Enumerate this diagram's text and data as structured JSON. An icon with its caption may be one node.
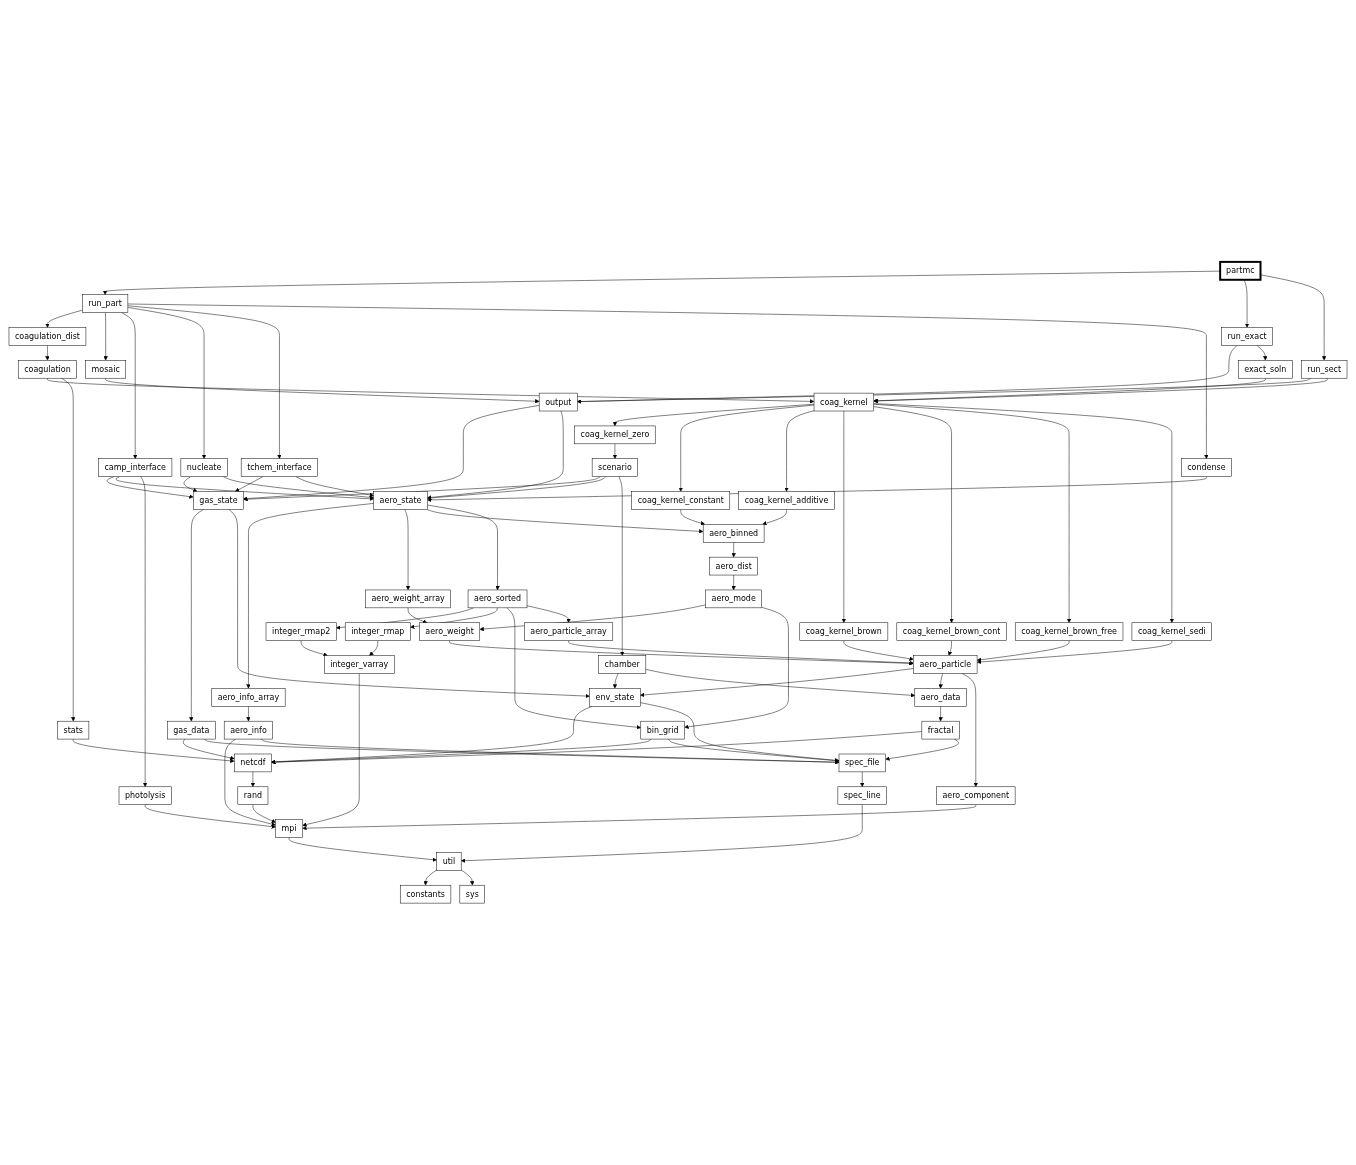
{
  "diagram": {
    "nodes": [
      {
        "text": [
          "partmc"
        ]
      },
      {
        "text": [
          "run_part"
        ]
      },
      {
        "text": [
          "coagulation_dist"
        ]
      },
      {
        "text": [
          "mosaic"
        ]
      },
      {
        "text": [
          "run_exact"
        ]
      },
      {
        "text": [
          "run_sect"
        ]
      },
      {
        "text": [
          "coagulation"
        ]
      },
      {
        "text": [
          "output"
        ]
      },
      {
        "text": [
          "exact_soln"
        ]
      },
      {
        "text": [
          "condense"
        ]
      },
      {
        "text": [
          "coag_kernel"
        ]
      },
      {
        "text": [
          "coag_kernel_zero"
        ]
      },
      {
        "text": [
          "coag_kernel_constant"
        ]
      },
      {
        "text": [
          "coag_kernel_sedi"
        ]
      },
      {
        "text": [
          "camp_interface"
        ]
      },
      {
        "text": [
          "nucleate"
        ]
      },
      {
        "text": [
          "tchem_interface"
        ]
      },
      {
        "text": [
          "scenario"
        ]
      },
      {
        "text": [
          "gas_state"
        ]
      },
      {
        "text": [
          "aero_state"
        ]
      },
      {
        "text": [
          "coag_kernel_additive"
        ]
      },
      {
        "text": [
          "aero_info_array"
        ]
      },
      {
        "text": [
          "aero_weight_array"
        ]
      },
      {
        "text": [
          "aero_binned"
        ]
      },
      {
        "text": [
          "coag_kernel_brown"
        ]
      },
      {
        "text": [
          "stats"
        ]
      },
      {
        "text": [
          "aero_dist"
        ]
      },
      {
        "text": [
          "coag_kernel_brown_cont"
        ]
      },
      {
        "text": [
          "aero_sorted"
        ]
      },
      {
        "text": [
          "aero_mode"
        ]
      },
      {
        "text": [
          "coag_kernel_brown_free"
        ]
      },
      {
        "text": [
          "integer_rmap2"
        ]
      },
      {
        "text": [
          "integer_rmap"
        ]
      },
      {
        "text": [
          "aero_particle_array"
        ]
      },
      {
        "text": [
          "aero_weight"
        ]
      },
      {
        "text": [
          "integer_varray"
        ]
      },
      {
        "text": [
          "bin_grid"
        ]
      },
      {
        "text": [
          "chamber"
        ]
      },
      {
        "text": [
          "aero_particle"
        ]
      },
      {
        "text": [
          "env_state"
        ]
      },
      {
        "text": [
          "aero_data"
        ]
      },
      {
        "text": [
          "aero_info"
        ]
      },
      {
        "text": [
          "gas_data"
        ]
      },
      {
        "text": [
          "fractal"
        ]
      },
      {
        "text": [
          "photolysis"
        ]
      },
      {
        "text": [
          "netcdf"
        ]
      },
      {
        "text": [
          "spec_file"
        ]
      },
      {
        "text": [
          "rand"
        ]
      },
      {
        "text": [
          "aero_component"
        ]
      },
      {
        "text": [
          "mpi"
        ]
      },
      {
        "text": [
          "spec_line"
        ]
      },
      {
        "text": [
          "util"
        ]
      },
      {
        "text": [
          "constants"
        ]
      },
      {
        "text": [
          "sys"
        ]
      }
    ],
    "edges": [
      {
        "from": 0,
        "to": 1,
        "arrow": "to"
      },
      {
        "from": 0,
        "to": 4,
        "arrow": "to"
      },
      {
        "from": 0,
        "to": 5,
        "arrow": "to"
      },
      {
        "from": 1,
        "to": 2,
        "arrow": "to"
      },
      {
        "from": 1,
        "to": 3,
        "arrow": "to"
      },
      {
        "from": 1,
        "to": 14,
        "arrow": "to"
      },
      {
        "from": 1,
        "to": 15,
        "arrow": "to"
      },
      {
        "from": 1,
        "to": 16,
        "arrow": "to"
      },
      {
        "from": 1,
        "to": 9,
        "arrow": "to"
      },
      {
        "from": 2,
        "to": 6,
        "arrow": "to"
      },
      {
        "from": 3,
        "to": 7,
        "arrow": "to"
      },
      {
        "from": 4,
        "to": 7,
        "arrow": "to"
      },
      {
        "from": 4,
        "to": 8,
        "arrow": "to"
      },
      {
        "from": 5,
        "to": 7,
        "arrow": "to"
      },
      {
        "from": 5,
        "to": 10,
        "arrow": "to"
      },
      {
        "from": 6,
        "to": 10,
        "arrow": "to"
      },
      {
        "from": 6,
        "to": 25,
        "arrow": "to"
      },
      {
        "from": 7,
        "to": 18,
        "arrow": "to"
      },
      {
        "from": 7,
        "to": 19,
        "arrow": "to"
      },
      {
        "from": 8,
        "to": 10,
        "arrow": "to"
      },
      {
        "from": 9,
        "to": 19,
        "arrow": "to"
      },
      {
        "from": 10,
        "to": 11,
        "arrow": "to"
      },
      {
        "from": 10,
        "to": 12,
        "arrow": "to"
      },
      {
        "from": 10,
        "to": 20,
        "arrow": "to"
      },
      {
        "from": 10,
        "to": 24,
        "arrow": "to"
      },
      {
        "from": 10,
        "to": 27,
        "arrow": "to"
      },
      {
        "from": 10,
        "to": 30,
        "arrow": "to"
      },
      {
        "from": 10,
        "to": 13,
        "arrow": "to"
      },
      {
        "from": 11,
        "to": 17,
        "arrow": "to"
      },
      {
        "from": 12,
        "to": 23,
        "arrow": "to"
      },
      {
        "from": 13,
        "to": 38,
        "arrow": "to"
      },
      {
        "from": 14,
        "to": 18,
        "arrow": "to"
      },
      {
        "from": 14,
        "to": 19,
        "arrow": "to"
      },
      {
        "from": 14,
        "to": 44,
        "arrow": "to"
      },
      {
        "from": 15,
        "to": 18,
        "arrow": "to"
      },
      {
        "from": 15,
        "to": 19,
        "arrow": "to"
      },
      {
        "from": 16,
        "to": 18,
        "arrow": "to"
      },
      {
        "from": 16,
        "to": 19,
        "arrow": "to"
      },
      {
        "from": 17,
        "to": 18,
        "arrow": "to"
      },
      {
        "from": 17,
        "to": 19,
        "arrow": "to"
      },
      {
        "from": 17,
        "to": 37,
        "arrow": "to"
      },
      {
        "from": 18,
        "to": 42,
        "arrow": "to"
      },
      {
        "from": 18,
        "to": 39,
        "arrow": "to"
      },
      {
        "from": 19,
        "to": 21,
        "arrow": "to"
      },
      {
        "from": 19,
        "to": 22,
        "arrow": "to"
      },
      {
        "from": 19,
        "to": 23,
        "arrow": "to"
      },
      {
        "from": 19,
        "to": 28,
        "arrow": "to"
      },
      {
        "from": 20,
        "to": 23,
        "arrow": "to"
      },
      {
        "from": 21,
        "to": 41,
        "arrow": "to"
      },
      {
        "from": 22,
        "to": 34,
        "arrow": "to"
      },
      {
        "from": 23,
        "to": 26,
        "arrow": "to"
      },
      {
        "from": 24,
        "to": 38,
        "arrow": "to"
      },
      {
        "from": 25,
        "to": 45,
        "arrow": "to"
      },
      {
        "from": 26,
        "to": 29,
        "arrow": "to"
      },
      {
        "from": 27,
        "to": 38,
        "arrow": "to"
      },
      {
        "from": 28,
        "to": 31,
        "arrow": "to"
      },
      {
        "from": 28,
        "to": 32,
        "arrow": "to"
      },
      {
        "from": 28,
        "to": 36,
        "arrow": "to"
      },
      {
        "from": 28,
        "to": 33,
        "arrow": "to"
      },
      {
        "from": 29,
        "to": 34,
        "arrow": "to"
      },
      {
        "from": 29,
        "to": 36,
        "arrow": "to"
      },
      {
        "from": 30,
        "to": 38,
        "arrow": "to"
      },
      {
        "from": 31,
        "to": 35,
        "arrow": "to"
      },
      {
        "from": 32,
        "to": 35,
        "arrow": "to"
      },
      {
        "from": 33,
        "to": 38,
        "arrow": "to"
      },
      {
        "from": 34,
        "to": 38,
        "arrow": "to"
      },
      {
        "from": 35,
        "to": 49,
        "arrow": "to"
      },
      {
        "from": 36,
        "to": 45,
        "arrow": "to"
      },
      {
        "from": 36,
        "to": 46,
        "arrow": "to"
      },
      {
        "from": 37,
        "to": 39,
        "arrow": "to"
      },
      {
        "from": 37,
        "to": 40,
        "arrow": "to"
      },
      {
        "from": 38,
        "to": 39,
        "arrow": "to"
      },
      {
        "from": 38,
        "to": 40,
        "arrow": "to"
      },
      {
        "from": 38,
        "to": 48,
        "arrow": "to"
      },
      {
        "from": 39,
        "to": 45,
        "arrow": "to"
      },
      {
        "from": 39,
        "to": 46,
        "arrow": "to"
      },
      {
        "from": 40,
        "to": 43,
        "arrow": "to"
      },
      {
        "from": 41,
        "to": 49,
        "arrow": "to"
      },
      {
        "from": 41,
        "to": 46,
        "arrow": "to"
      },
      {
        "from": 42,
        "to": 45,
        "arrow": "to"
      },
      {
        "from": 42,
        "to": 46,
        "arrow": "to"
      },
      {
        "from": 43,
        "to": 45,
        "arrow": "to"
      },
      {
        "from": 43,
        "to": 46,
        "arrow": "to"
      },
      {
        "from": 44,
        "to": 49,
        "arrow": "to"
      },
      {
        "from": 45,
        "to": 47,
        "arrow": "to"
      },
      {
        "from": 46,
        "to": 50,
        "arrow": "to"
      },
      {
        "from": 47,
        "to": 49,
        "arrow": "to"
      },
      {
        "from": 48,
        "to": 49,
        "arrow": "to"
      },
      {
        "from": 49,
        "to": 51,
        "arrow": "to"
      },
      {
        "from": 50,
        "to": 51,
        "arrow": "to"
      },
      {
        "from": 51,
        "to": 52,
        "arrow": "to"
      },
      {
        "from": 51,
        "to": 53,
        "arrow": "to"
      }
    ]
  }
}
